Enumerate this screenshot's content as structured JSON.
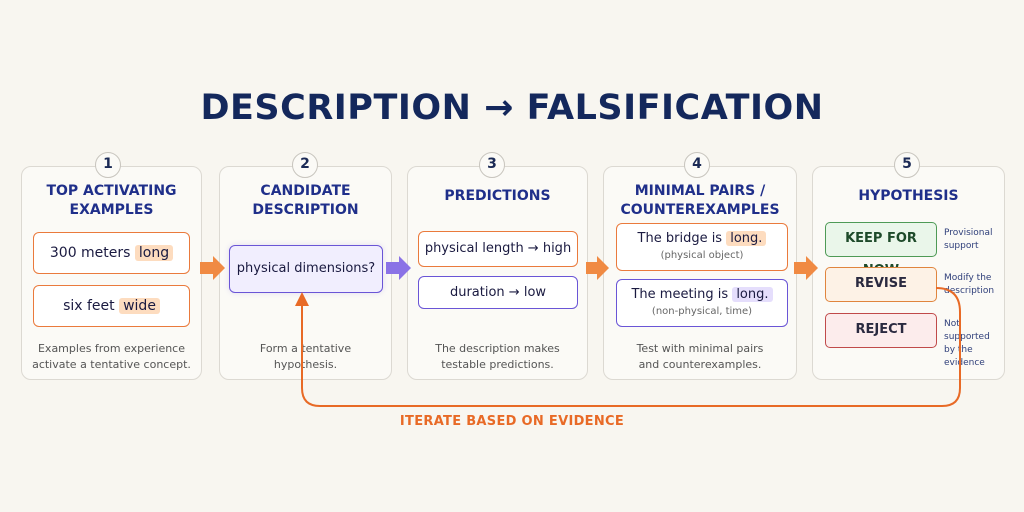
{
  "title": "DESCRIPTION → FALSIFICATION",
  "steps": [
    {
      "number": "1",
      "heading_1": "TOP ACTIVATING",
      "heading_2": "EXAMPLES",
      "examples": [
        {
          "text": "300 meters",
          "highlight": "long"
        },
        {
          "text": "six feet",
          "highlight": "wide"
        }
      ],
      "caption_1": "Examples from experience",
      "caption_2": "activate a tentative concept."
    },
    {
      "number": "2",
      "heading_1": "CANDIDATE",
      "heading_2": "DESCRIPTION",
      "candidate": "physical dimensions?",
      "caption_1": "Form a tentative",
      "caption_2": "hypothesis."
    },
    {
      "number": "3",
      "heading": "PREDICTIONS",
      "predictions": [
        "physical length → high",
        "duration → low"
      ],
      "caption_1": "The description makes",
      "caption_2": "testable predictions."
    },
    {
      "number": "4",
      "heading_1": "MINIMAL PAIRS /",
      "heading_2": "COUNTEREXAMPLES",
      "pairs": [
        {
          "text": "The bridge is",
          "highlight": "long.",
          "sub": "(physical object)"
        },
        {
          "text": "The meeting is",
          "highlight": "long.",
          "sub": "(non-physical, time)"
        }
      ],
      "caption_1": "Test with minimal pairs",
      "caption_2": "and counterexamples."
    },
    {
      "number": "5",
      "heading": "HYPOTHESIS",
      "decisions": [
        {
          "label": "KEEP FOR NOW",
          "note_1": "Provisional",
          "note_2": "support"
        },
        {
          "label": "REVISE",
          "note_1": "Modify the",
          "note_2": "description"
        },
        {
          "label": "REJECT",
          "note_1": "Not supported",
          "note_2": "by the evidence"
        }
      ]
    }
  ],
  "loop_label": "ITERATE BASED ON EVIDENCE",
  "colors": {
    "title": "#14285c",
    "heading": "#1f2f8a",
    "orange": "#ea7a3c",
    "purple": "#6a55d6",
    "keep": "#4e9a56",
    "reject": "#c04a4a"
  }
}
